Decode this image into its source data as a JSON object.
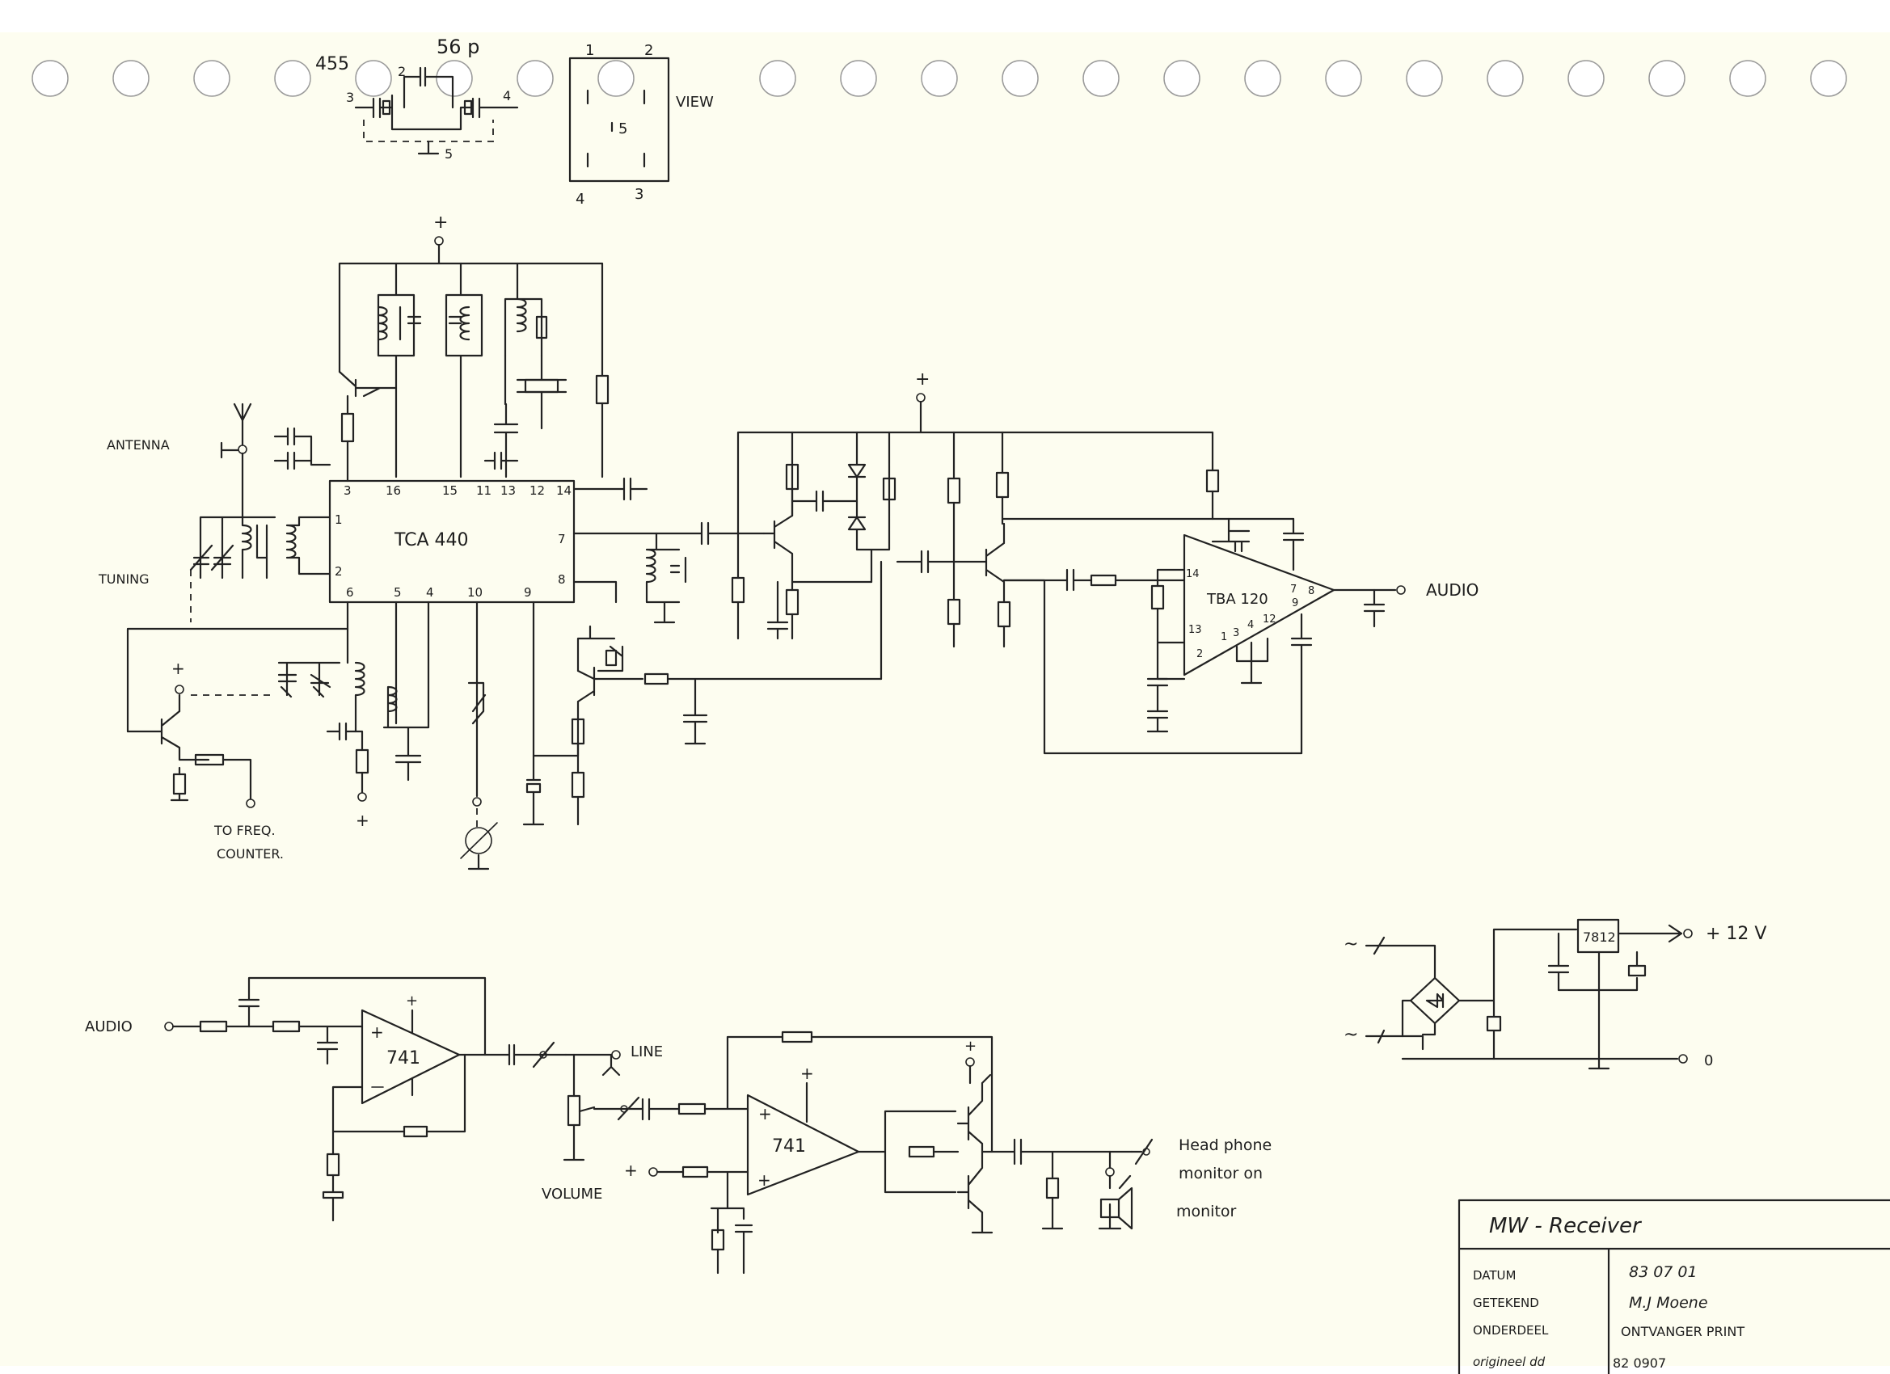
{
  "colors": {
    "paper": "#fdfdf0",
    "ink": "#222222",
    "edge": "#ffffff"
  },
  "crystal_filter": {
    "label": "455",
    "cap": "56 p",
    "pins": [
      "2",
      "3",
      "4",
      "5"
    ]
  },
  "pinout": {
    "pins": [
      "1",
      "2",
      "5",
      "4",
      "3"
    ],
    "view": "VIEW"
  },
  "labels": {
    "antenna": "ANTENNA",
    "tuning": "TUNING",
    "to_freq": "TO FREQ.",
    "counter": "COUNTER.",
    "audio_out": "AUDIO",
    "audio_in": "AUDIO",
    "line": "LINE",
    "volume": "VOLUME",
    "headphone_1": "Head phone",
    "headphone_2": "monitor on",
    "headphone_3": "monitor",
    "supply_out": "+ 12 V",
    "zero": "0",
    "plus": "+"
  },
  "chips": {
    "tca": {
      "name": "TCA 440",
      "pins_top": [
        "3",
        "16",
        "15",
        "11",
        "13",
        "12",
        "14"
      ],
      "pins_left": [
        "1",
        "2"
      ],
      "pins_bottom": [
        "6",
        "5",
        "4",
        "10",
        "9"
      ],
      "pins_right": [
        "7",
        "8"
      ]
    },
    "tba": {
      "name": "TBA 120",
      "pins": [
        "14",
        "13",
        "2",
        "1",
        "3",
        "4",
        "12",
        "9",
        "7",
        "8"
      ]
    },
    "opamp1": {
      "name": "741"
    },
    "opamp2": {
      "name": "741"
    },
    "regulator": {
      "name": "7812"
    }
  },
  "title_block": {
    "title": "MW - Receiver",
    "rows": [
      {
        "label": "DATUM",
        "value": "83 07 01"
      },
      {
        "label": "GETEKEND",
        "value": "M.J Moene"
      },
      {
        "label": "ONDERDEEL",
        "value": "ONTVANGER PRINT"
      },
      {
        "label": "origineel dd",
        "value": "82 0907"
      }
    ]
  }
}
